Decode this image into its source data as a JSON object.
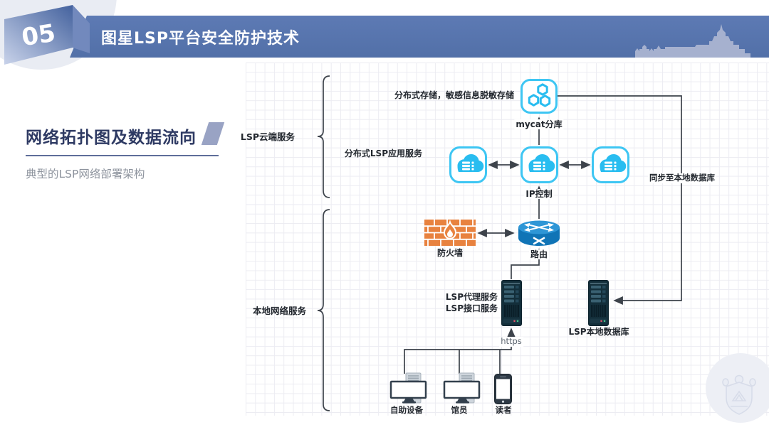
{
  "header": {
    "badge_number": "05",
    "title": "图星LSP平台安全防护技术"
  },
  "left_panel": {
    "heading": "网络拓扑图及数据流向",
    "subtitle": "典型的LSP网络部署架构"
  },
  "diagram": {
    "group_cloud_label": "LSP云端服务",
    "group_local_label": "本地网络服务",
    "storage_note": "分布式存储，敏感信息脱敏存储",
    "mycat_label": "mycat分库",
    "app_service_label": "分布式LSP应用服务",
    "ip_control_label": "IP控制",
    "sync_label": "同步至本地数据库",
    "firewall_label": "防火墙",
    "router_label": "路由",
    "proxy_label_line1": "LSP代理服务",
    "proxy_label_line2": "LSP接口服务",
    "https_label": "https",
    "local_db_label": "LSP本地数据库",
    "device_kiosk_label": "自助设备",
    "device_librarian_label": "馆员",
    "device_reader_label": "读者"
  },
  "colors": {
    "banner_blue": "#5876b1",
    "accent_cyan": "#29bdf0",
    "firewall_orange": "#e8823f",
    "router_blue": "#1074b6",
    "server_dark": "#132e3a",
    "heading_navy": "#2e3a63"
  }
}
